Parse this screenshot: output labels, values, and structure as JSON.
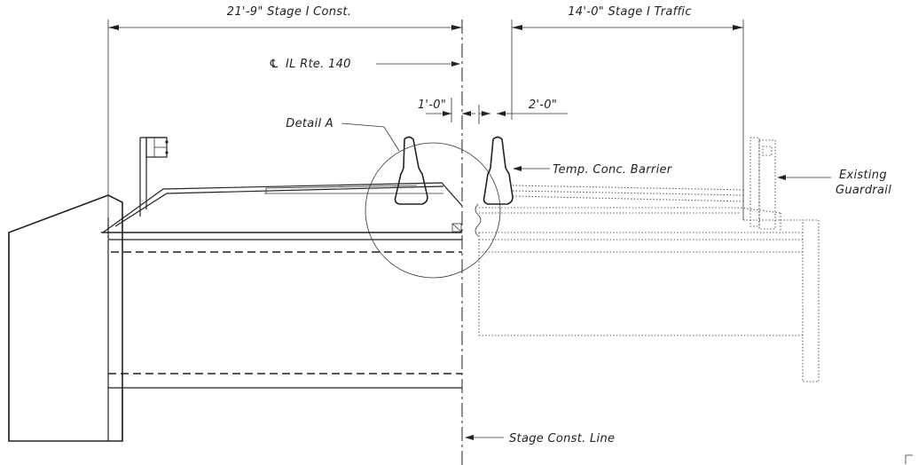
{
  "dimensions": {
    "stage_const": "21'-9\" Stage I Const.",
    "stage_traffic": "14'-0\" Stage I Traffic",
    "offset_1": "1'-0\"",
    "offset_2": "2'-0\""
  },
  "labels": {
    "centerline_symbol": "℄",
    "centerline_text": "IL Rte. 140",
    "detail": "Detail A",
    "barrier": "Temp. Conc. Barrier",
    "guardrail_line1": "Existing",
    "guardrail_line2": "Guardrail",
    "stage_line": "Stage Const. Line"
  }
}
